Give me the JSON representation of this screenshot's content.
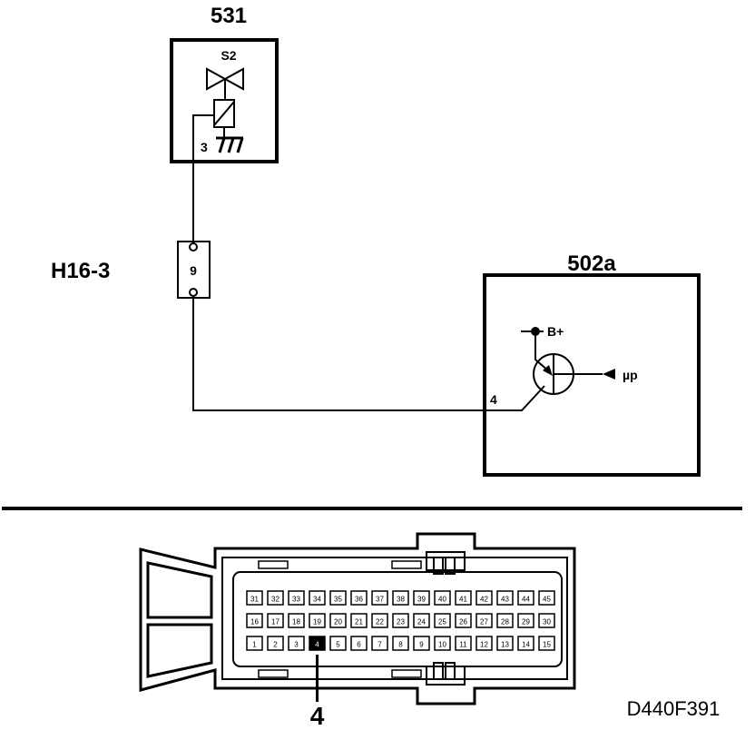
{
  "component_531": {
    "id": "531",
    "solenoid_label": "S2",
    "pin": "3"
  },
  "connector_h16": {
    "id": "H16-3",
    "pin": "9"
  },
  "component_502a": {
    "id": "502a",
    "supply_label": "B+",
    "input_label": "µp",
    "pin": "4"
  },
  "ecu_connector": {
    "rows": [
      [
        "31",
        "32",
        "33",
        "34",
        "35",
        "36",
        "37",
        "38",
        "39",
        "40",
        "41",
        "42",
        "43",
        "44",
        "45"
      ],
      [
        "16",
        "17",
        "18",
        "19",
        "20",
        "21",
        "22",
        "23",
        "24",
        "25",
        "26",
        "27",
        "28",
        "29",
        "30"
      ],
      [
        "1",
        "2",
        "3",
        "4",
        "5",
        "6",
        "7",
        "8",
        "9",
        "10",
        "11",
        "12",
        "13",
        "14",
        "15"
      ]
    ],
    "highlighted_pin": "4",
    "callout": "4"
  },
  "figure_code": "D440F391"
}
